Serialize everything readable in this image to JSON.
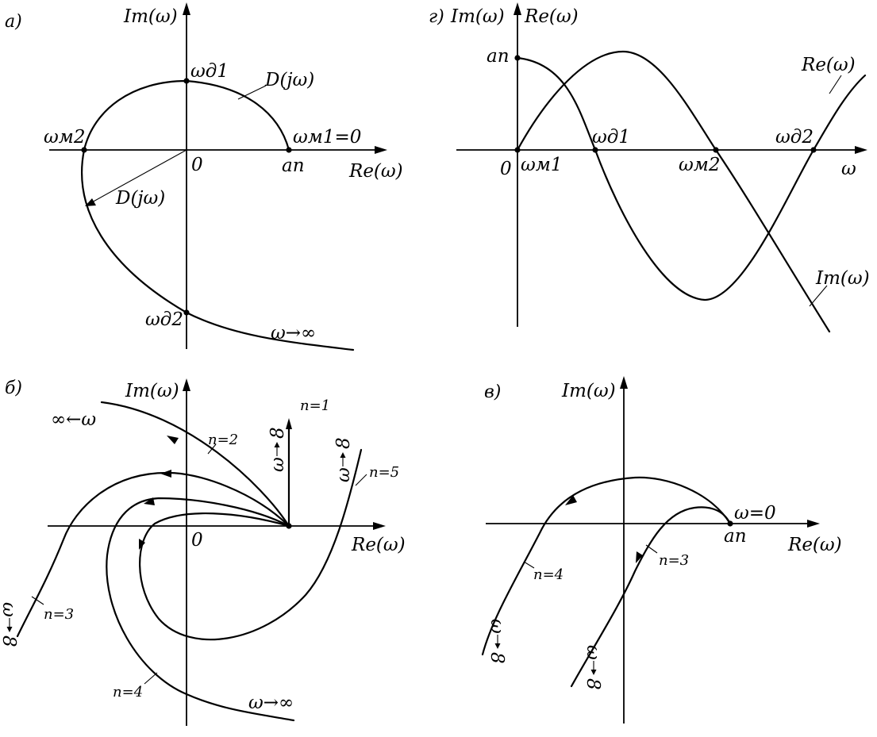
{
  "panels": {
    "a": {
      "letter": "а)",
      "y_axis": "Im(ω)",
      "x_axis": "Re(ω)",
      "origin": "0",
      "w_d1": "ωд1",
      "w_m1": "ωм1=0",
      "w_m2": "ωм2",
      "w_d2": "ωд2",
      "curve_label_1": "D(jω)",
      "curve_label_2": "D(jω)",
      "a_n": "an",
      "w_inf": "ω→∞"
    },
    "g": {
      "letter": "г)",
      "y_axis_1": "Im(ω)",
      "y_axis_2": "Re(ω)",
      "x_axis": "ω",
      "origin": "0",
      "a_n": "an",
      "w_m1": "ωм1",
      "w_d1": "ωд1",
      "w_m2": "ωм2",
      "w_d2": "ωд2",
      "re_label": "Re(ω)",
      "im_label": "Im(ω)"
    },
    "b": {
      "letter": "б)",
      "y_axis": "Im(ω)",
      "x_axis": "Re(ω)",
      "origin": "0",
      "n1": "n=1",
      "n2": "n=2",
      "n3": "n=3",
      "n4": "n=4",
      "n5": "n=5",
      "inf_w_left": "∞←ω",
      "w_inf": "ω→∞",
      "omega": "ω",
      "eight": "8"
    },
    "v": {
      "letter": "в)",
      "y_axis": "Im(ω)",
      "x_axis": "Re(ω)",
      "w0": "ω=0",
      "a_n": "an",
      "n3": "n=3",
      "n4": "n=4",
      "omega": "ω",
      "eight": "8"
    }
  }
}
